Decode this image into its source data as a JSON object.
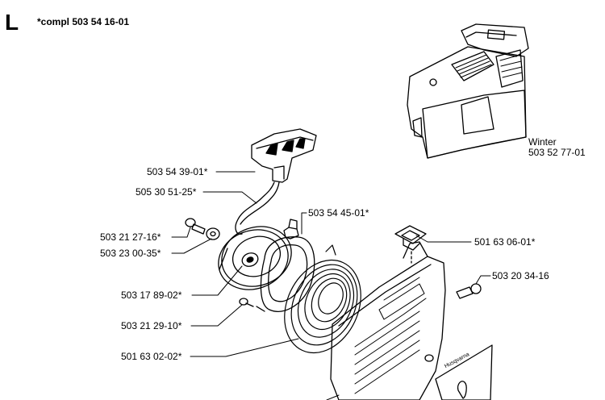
{
  "header": {
    "section_letter": "L",
    "assembly_note": "*compl 503 54 16-01"
  },
  "winter_kit": {
    "name": "Winter",
    "part_no": "503 52 77-01"
  },
  "labels": {
    "handle": "503 54 39-01*",
    "rope": "505 30 51-25*",
    "screw_top": "503 21 27-16*",
    "washer": "503 23 00-35*",
    "pulley": "503 17 89-02*",
    "screw_bottom": "503 21 29-10*",
    "spring": "501 63 02-02*",
    "pawl_housing": "503 54 45-01*",
    "bushing": "501 63 06-01*",
    "cover_screw": "503 20 34-16"
  },
  "decal_text": "Husqvarna"
}
